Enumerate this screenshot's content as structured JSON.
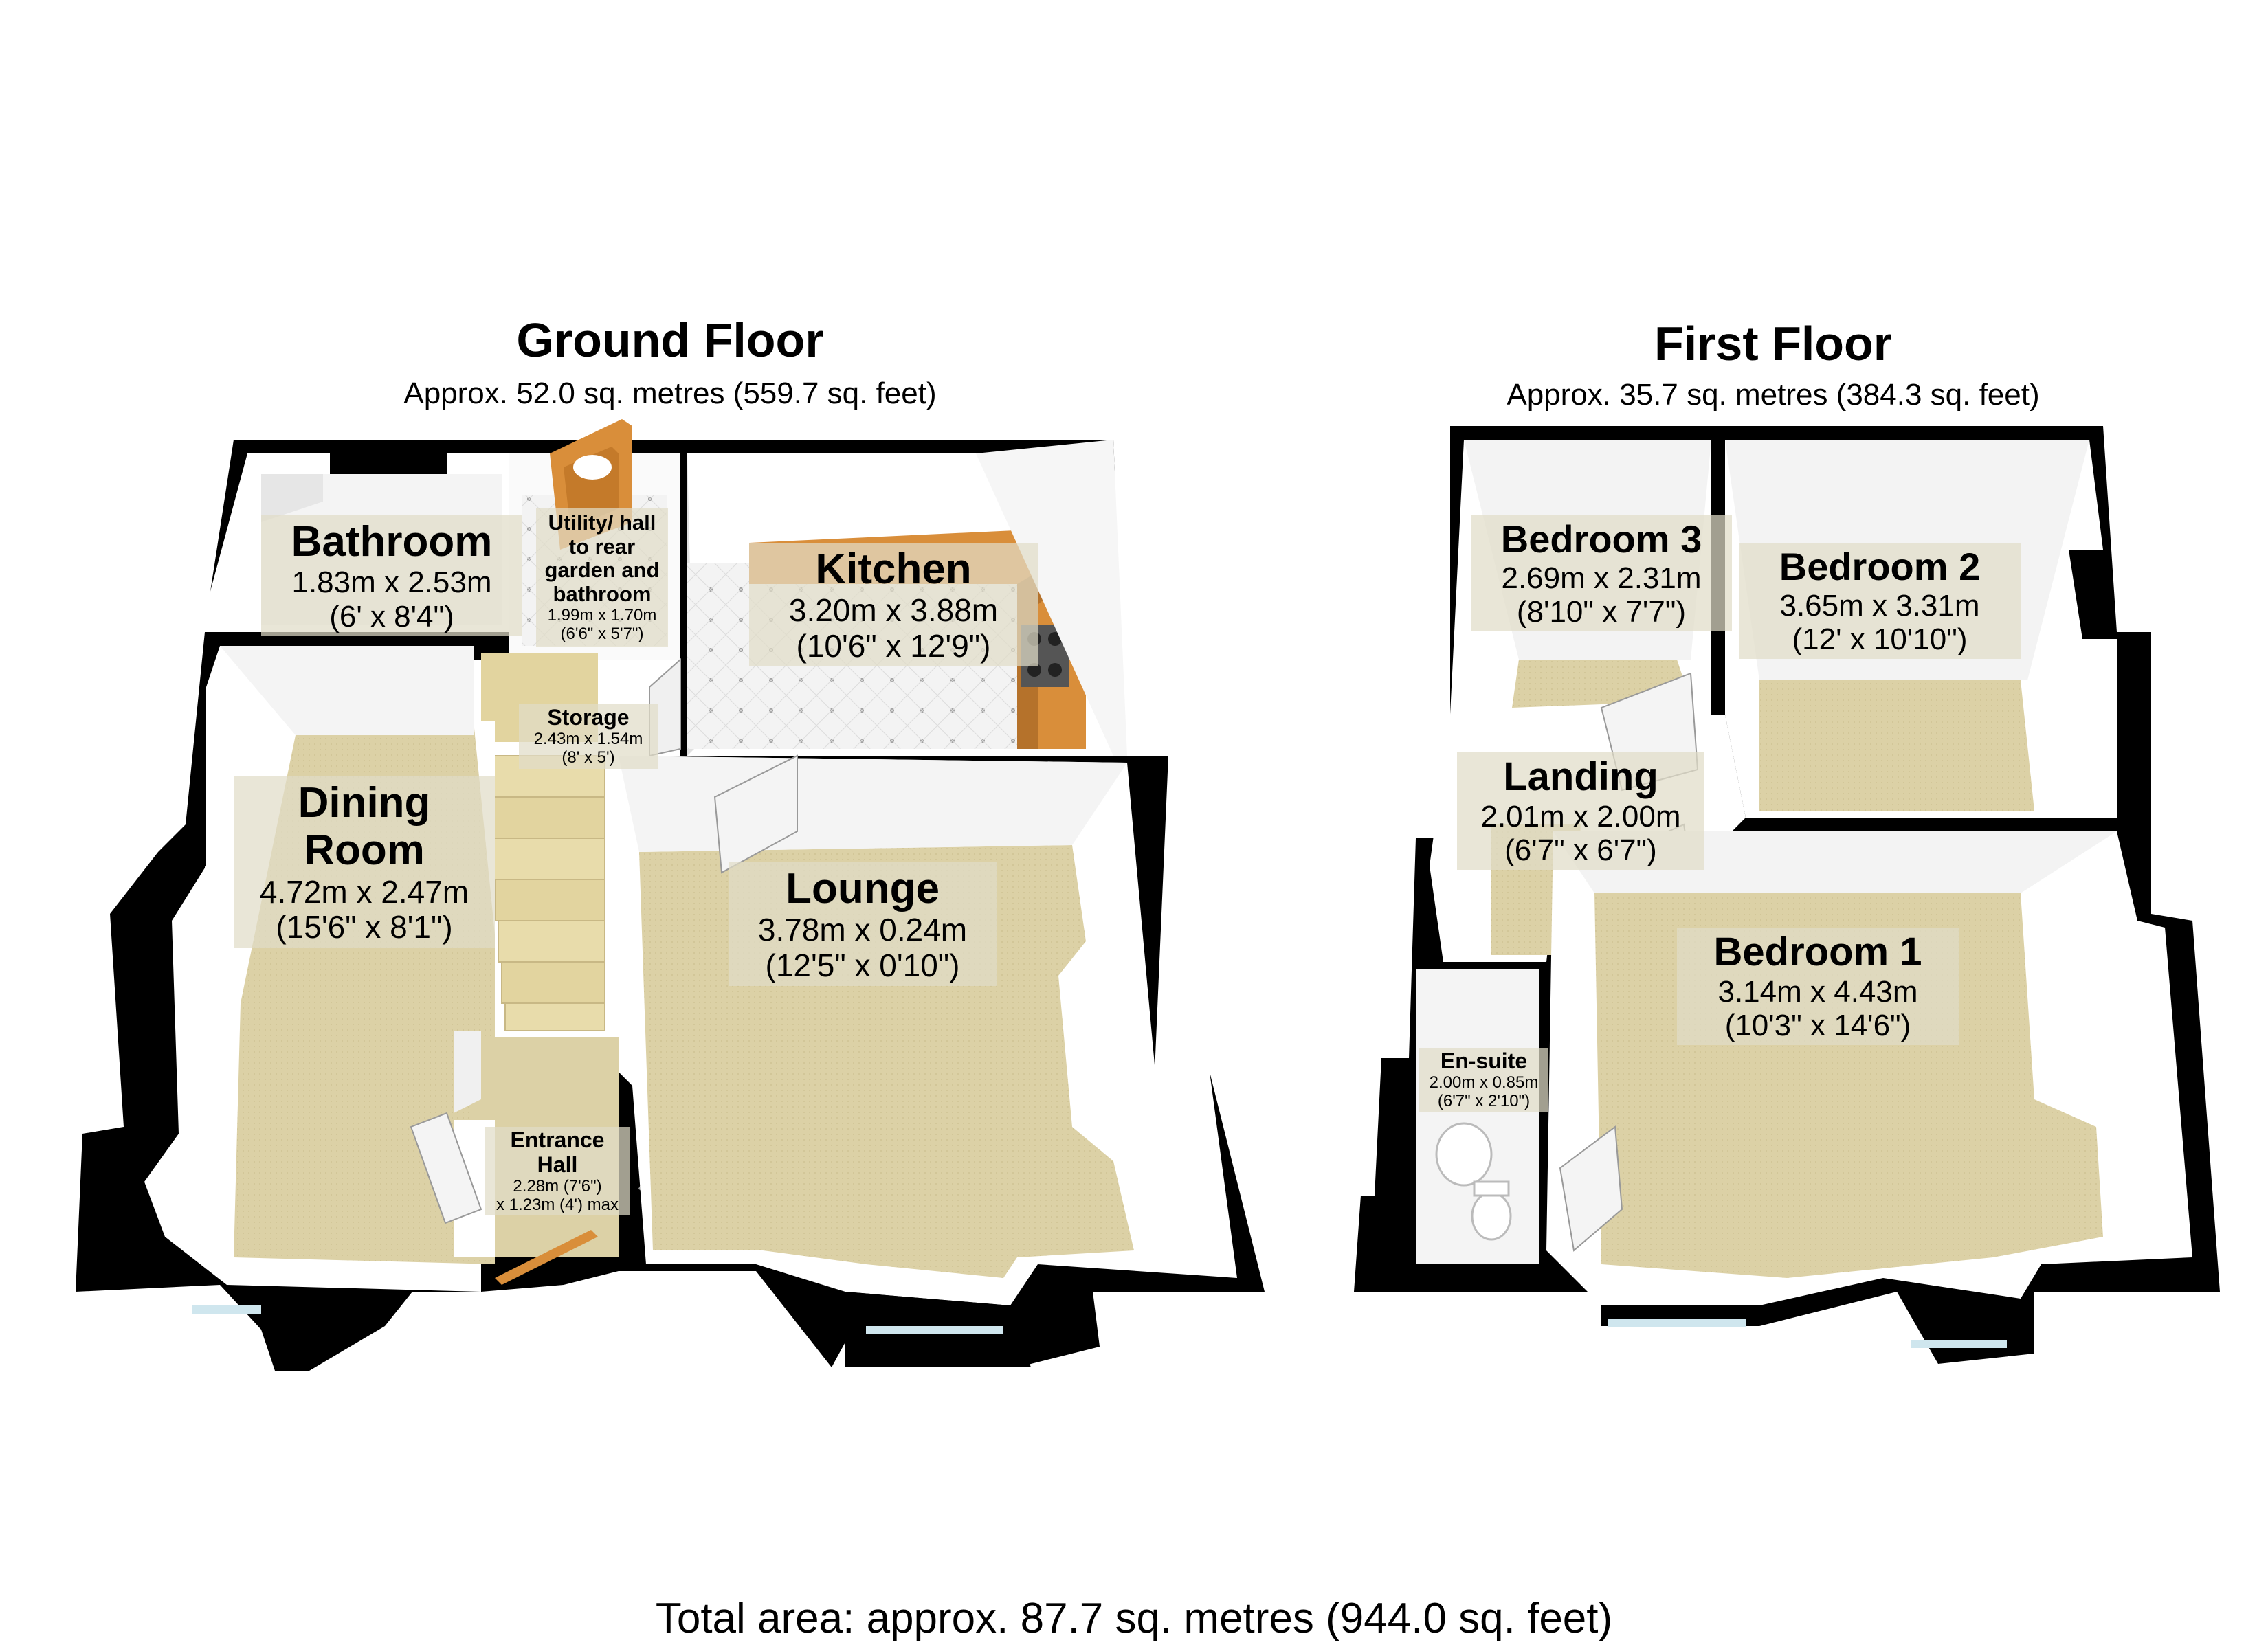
{
  "ground_floor": {
    "title": "Ground Floor",
    "area": "Approx. 52.0 sq. metres (559.7 sq. feet)",
    "rooms": {
      "bathroom": {
        "name": "Bathroom",
        "metric": "1.83m x 2.53m",
        "imperial": "(6' x 8'4\")"
      },
      "utility": {
        "name": "Utility/ hall to rear garden and bathroom",
        "metric": "1.99m x 1.70m",
        "imperial": "(6'6\" x 5'7\")"
      },
      "storage": {
        "name": "Storage",
        "metric": "2.43m x 1.54m",
        "imperial": "(8' x 5')"
      },
      "kitchen": {
        "name": "Kitchen",
        "metric": "3.20m x 3.88m",
        "imperial": "(10'6\" x 12'9\")"
      },
      "dining": {
        "name": "Dining Room",
        "metric": "4.72m x 2.47m",
        "imperial": "(15'6\" x 8'1\")"
      },
      "lounge": {
        "name": "Lounge",
        "metric": "3.78m x 0.24m",
        "imperial": "(12'5\" x 0'10\")"
      },
      "entrance": {
        "name": "Entrance Hall",
        "metric": "2.28m (7'6\")",
        "imperial": "x 1.23m (4') max"
      }
    }
  },
  "first_floor": {
    "title": "First Floor",
    "area": "Approx. 35.7 sq. metres (384.3 sq. feet)",
    "rooms": {
      "bedroom3": {
        "name": "Bedroom 3",
        "metric": "2.69m x 2.31m",
        "imperial": "(8'10\" x 7'7\")"
      },
      "bedroom2": {
        "name": "Bedroom 2",
        "metric": "3.65m x 3.31m",
        "imperial": "(12' x 10'10\")"
      },
      "landing": {
        "name": "Landing",
        "metric": "2.01m x 2.00m",
        "imperial": "(6'7\" x 6'7\")"
      },
      "bedroom1": {
        "name": "Bedroom 1",
        "metric": "3.14m x 4.43m",
        "imperial": "(10'3\" x 14'6\")"
      },
      "ensuite": {
        "name": "En-suite",
        "metric": "2.00m x 0.85m",
        "imperial": "(6'7\" x 2'10\")"
      }
    }
  },
  "total_area": "Total area: approx. 87.7 sq. metres (944.0 sq. feet)",
  "colors": {
    "wall": "#000000",
    "carpet": "#d9cfa4",
    "wall_face": "#ffffff",
    "kitchen_counter": "#d98e3a",
    "tile": "#eeeeee",
    "stairs": "#e6d9a8"
  }
}
